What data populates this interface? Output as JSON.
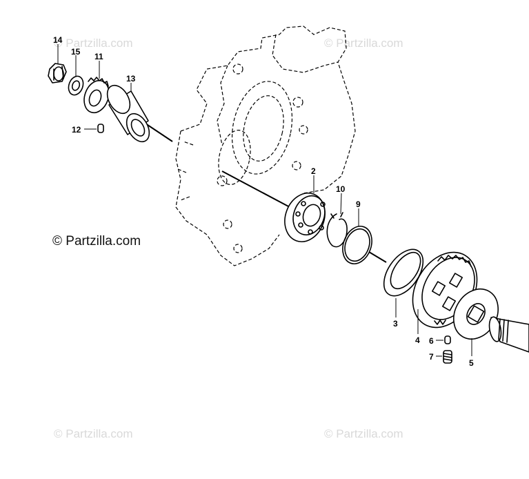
{
  "watermarks": {
    "top_left": "© Partzilla.com",
    "top_right": "© Partzilla.com",
    "bottom_left": "© Partzilla.com",
    "bottom_right": "© Partzilla.com"
  },
  "copyright": "© Partzilla.com",
  "callouts": {
    "p14": "14",
    "p15": "15",
    "p11": "11",
    "p13": "13",
    "p12": "12",
    "p2": "2",
    "p10": "10",
    "p9": "9",
    "p3": "3",
    "p4": "4",
    "p6": "6",
    "p7": "7",
    "p5": "5"
  }
}
